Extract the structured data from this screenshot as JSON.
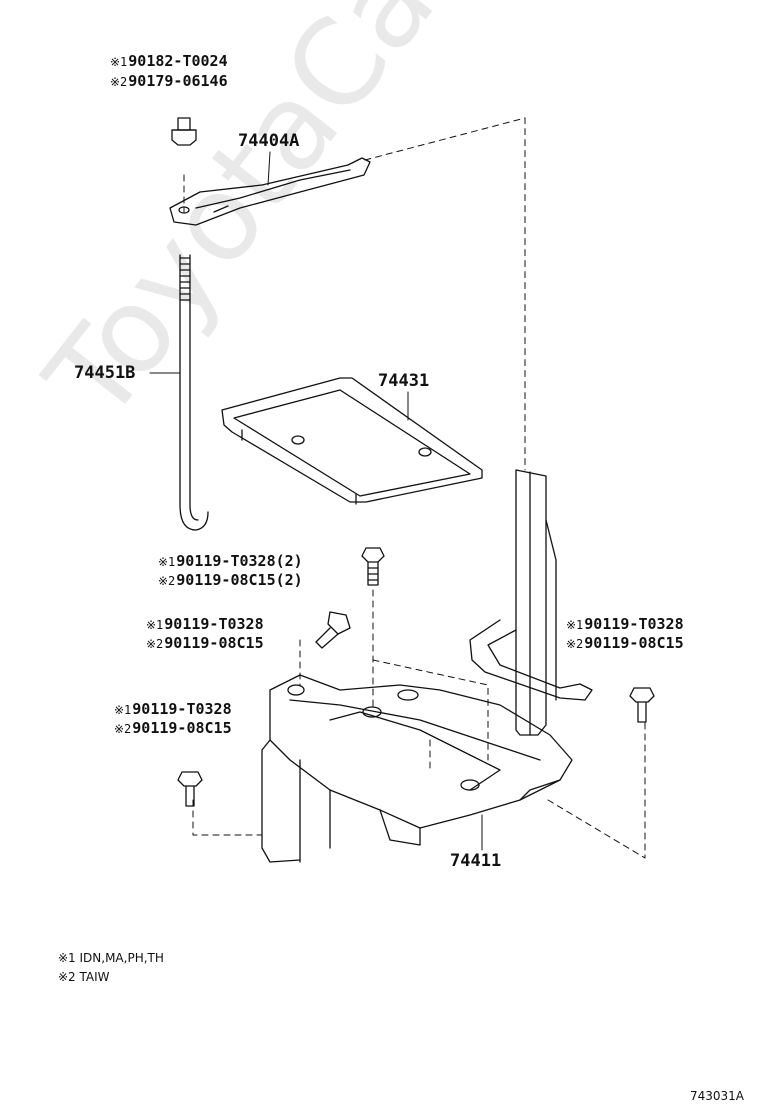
{
  "watermark": "ToyotaCarMine.ru",
  "figure_id": "743031A",
  "parts": {
    "hold_down_clamp": "74404A",
    "clamp_bolt": "74451B",
    "battery_tray": "74431",
    "battery_carrier": "74411"
  },
  "fasteners": {
    "top_nut": {
      "v1": "90182-T0024",
      "v2": "90179-06146"
    },
    "center_bolt": {
      "v1": "90119-T0328(2)",
      "v2": "90119-08C15(2)"
    },
    "side_bolt": {
      "v1": "90119-T0328",
      "v2": "90119-08C15"
    },
    "left_bolt": {
      "v1": "90119-T0328",
      "v2": "90119-08C15"
    },
    "right_bolt": {
      "v1": "90119-T0328",
      "v2": "90119-08C15"
    }
  },
  "markers": {
    "m1": "※1",
    "m2": "※2"
  },
  "notes": {
    "n1": "※1 IDN,MA,PH,TH",
    "n2": "※2 TAIW"
  }
}
